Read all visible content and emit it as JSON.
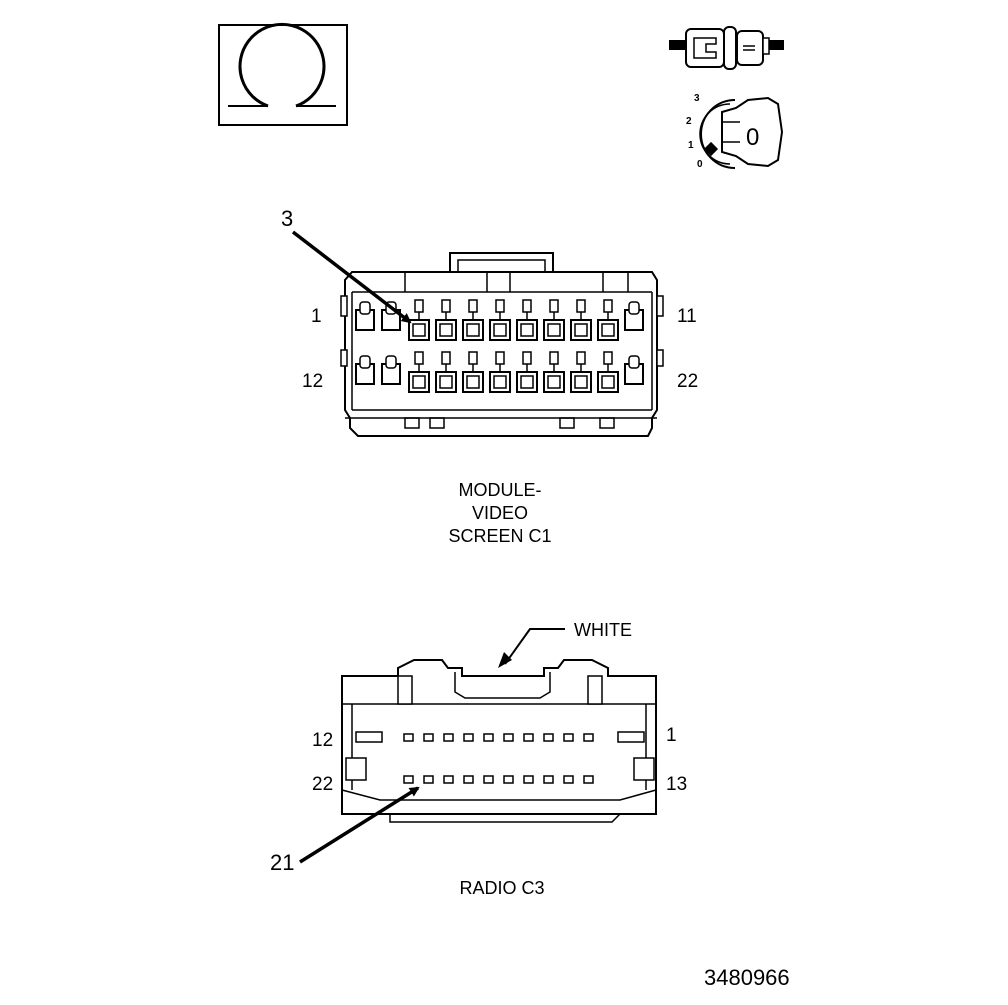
{
  "ohm_symbol": {
    "icon": "ohm-meter-symbol-icon"
  },
  "ignition": {
    "switch_icon": "switch-off-icon",
    "key_icon": "ignition-key-icon",
    "key_positions": [
      "3",
      "2",
      "1",
      "0"
    ],
    "key_label": "0"
  },
  "connector_c1": {
    "pointer_label": "3",
    "pin_labels": {
      "top_left": "1",
      "top_right": "11",
      "bottom_left": "12",
      "bottom_right": "22"
    },
    "caption_lines": [
      "MODULE-",
      "VIDEO",
      "SCREEN C1"
    ]
  },
  "connector_c3": {
    "color_label": "WHITE",
    "pin_labels": {
      "top_left": "12",
      "top_right": "1",
      "bottom_left": "22",
      "bottom_right": "13"
    },
    "pointer_label": "21",
    "caption": "RADIO C3"
  },
  "figure_id": "3480966"
}
